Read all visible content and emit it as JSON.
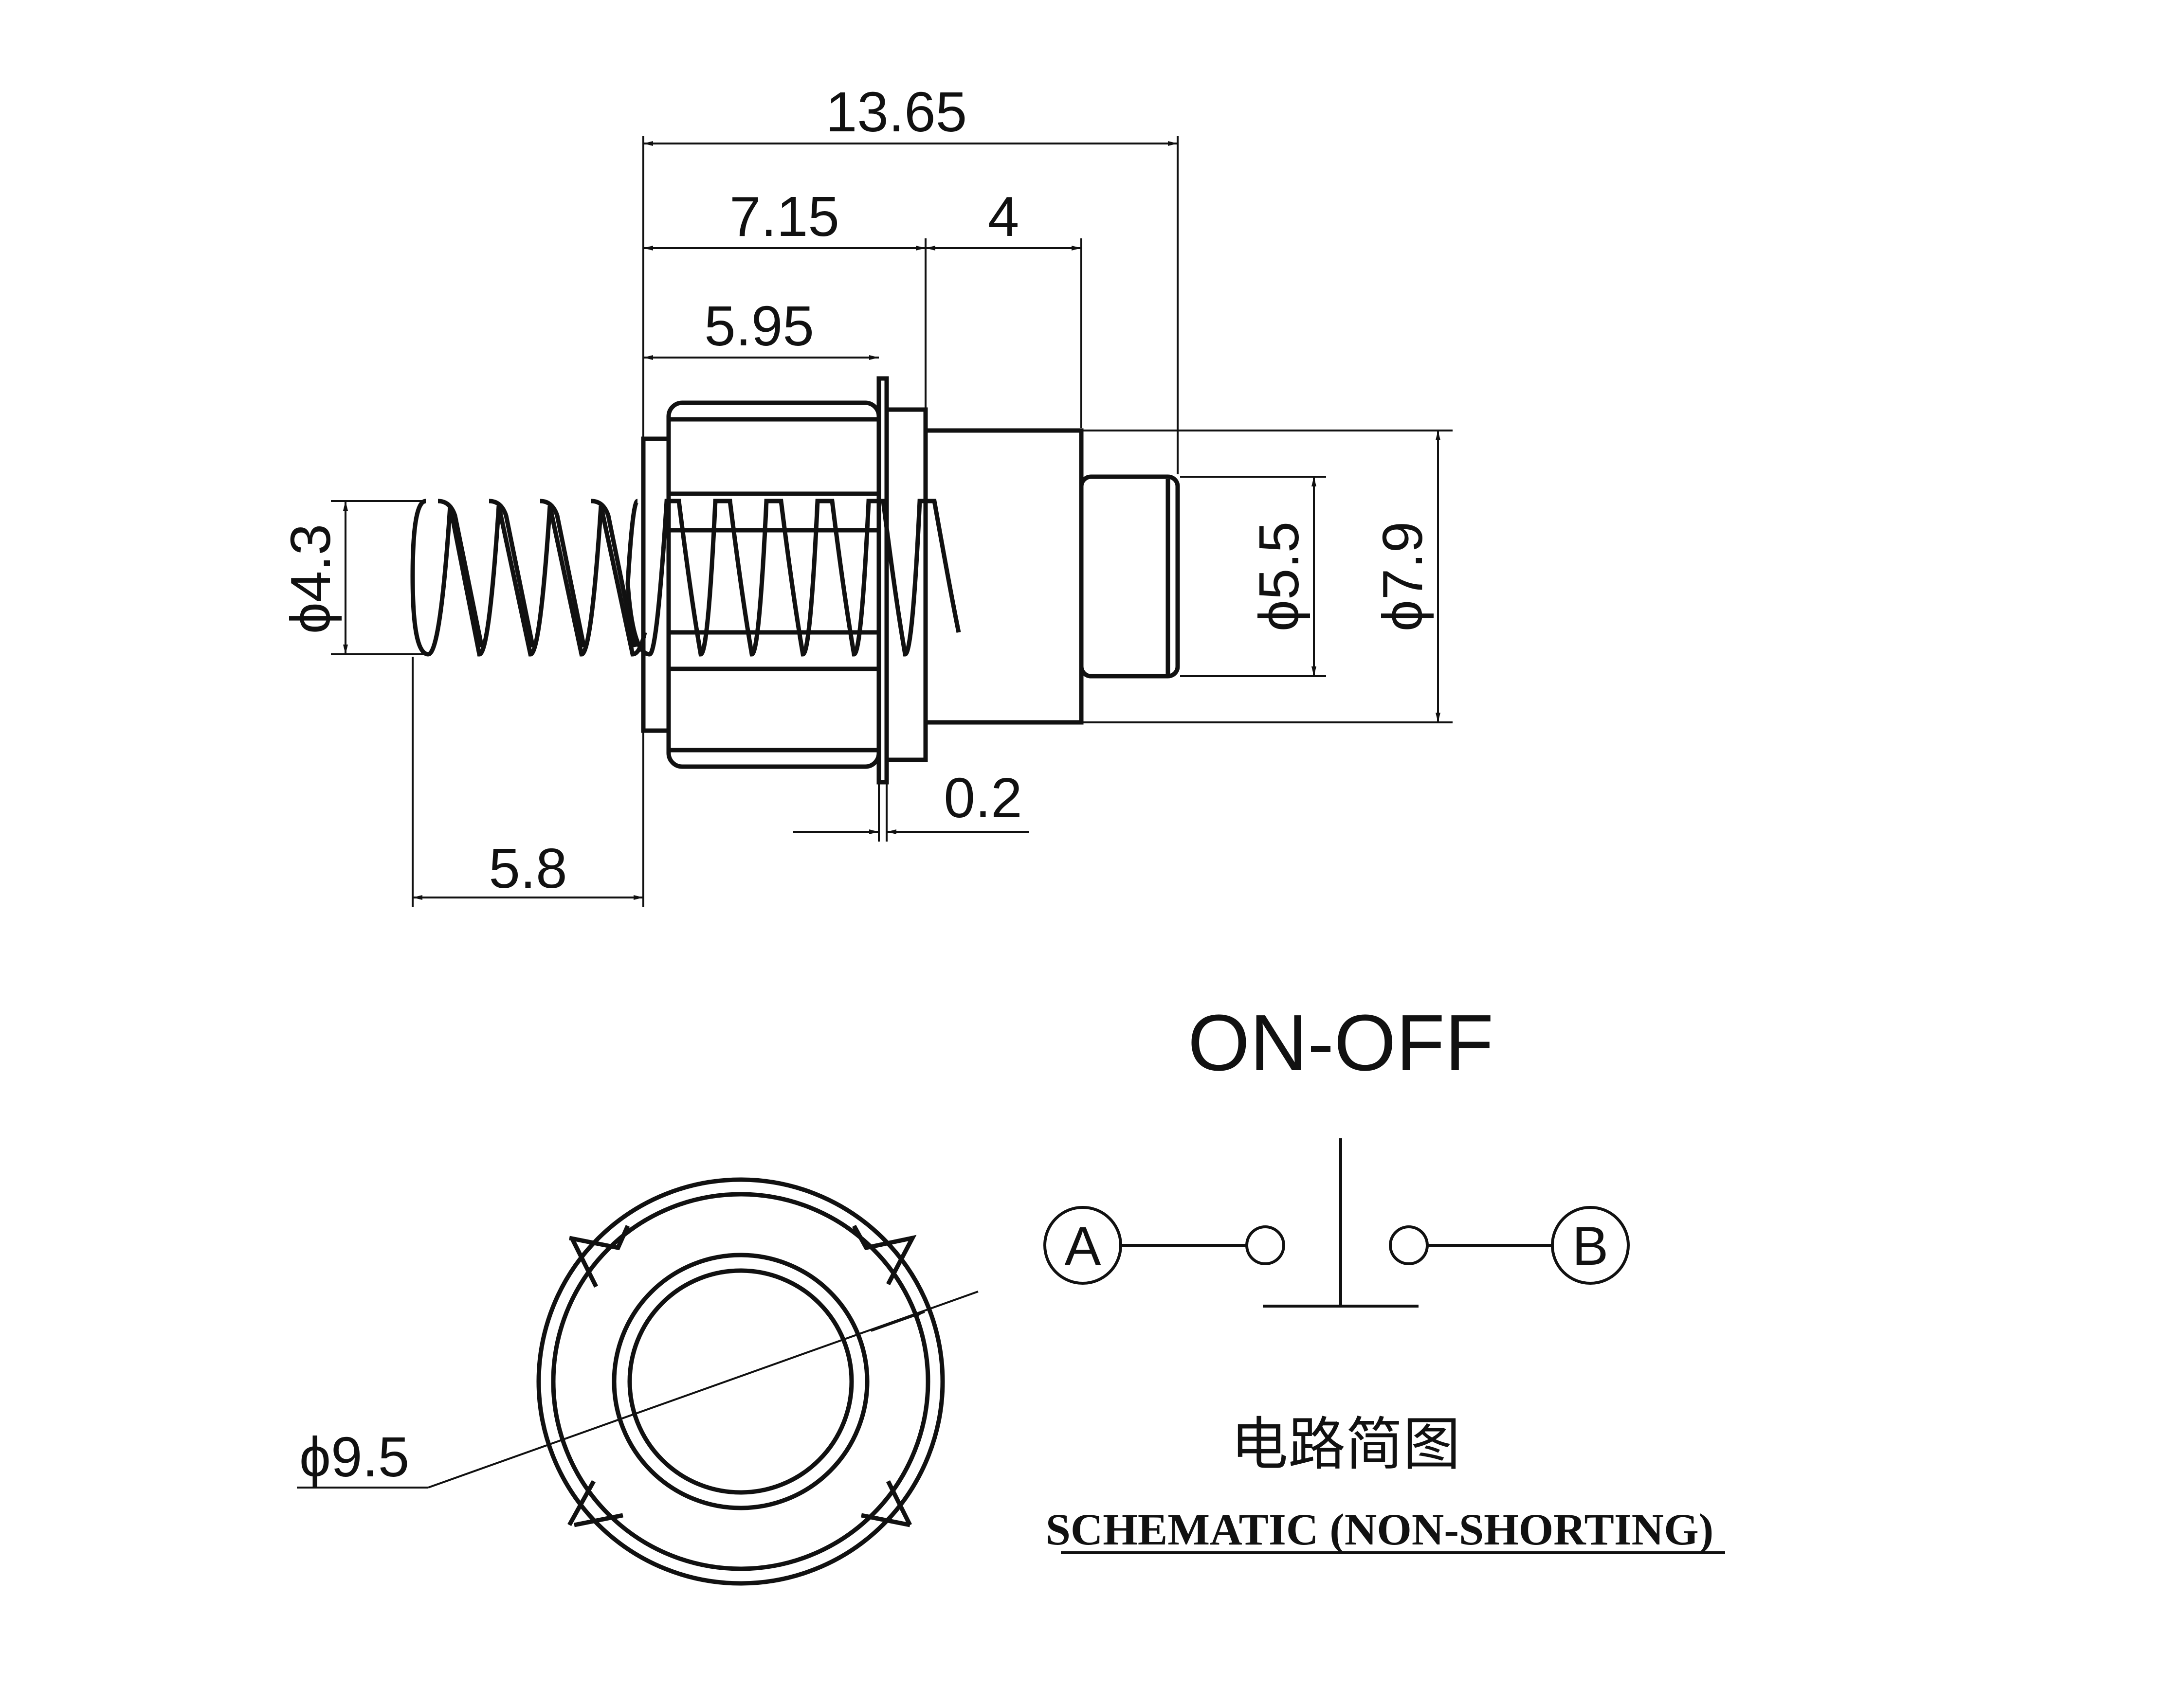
{
  "dimensions": {
    "overall_length": "13.65",
    "body_length": "7.15",
    "plunger_collar": "4",
    "head_length": "5.95",
    "spring_length": "5.8",
    "flange_thickness": "0.2",
    "spring_diameter": "ϕ4.3",
    "plunger_diameter": "ϕ5.5",
    "body_diameter": "ϕ7.9",
    "face_diameter": "ϕ9.5"
  },
  "schematic": {
    "title": "ON-OFF",
    "terminal_a": "A",
    "terminal_b": "B",
    "caption_cn": "电路简图",
    "caption_en": "SCHEMATIC (NON-SHORTING)"
  },
  "colors": {
    "ink": "#111111",
    "background": "#ffffff"
  }
}
